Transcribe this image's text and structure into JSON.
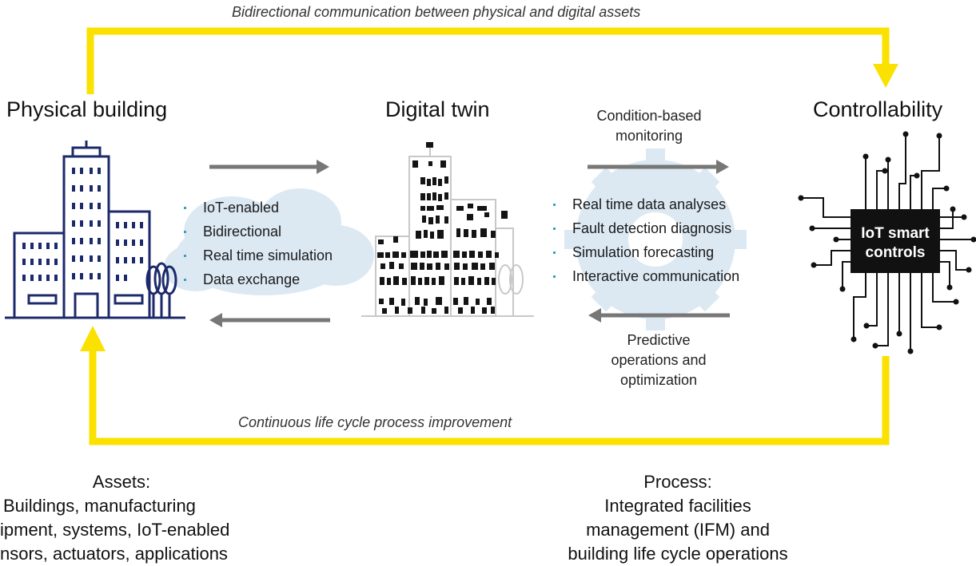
{
  "top_caption": "Bidirectional communication between physical and digital assets",
  "bottom_caption": "Continuous life cycle process improvement",
  "physical": {
    "title": "Physical building",
    "assets_title": "Assets:",
    "assets_lines": [
      "Buildings, manufacturing",
      "ipment, systems, IoT-enabled",
      "nsors, actuators, applications"
    ]
  },
  "twin": {
    "title": "Digital twin",
    "bullets": [
      "IoT-enabled",
      "Bidirectional",
      "Real time simulation",
      "Data exchange"
    ]
  },
  "controllability": {
    "title": "Controllability",
    "chip_label_1": "IoT smart",
    "chip_label_2": "controls",
    "monitoring_1": "Condition-based",
    "monitoring_2": "monitoring",
    "bullets": [
      "Real time data analyses",
      "Fault detection diagnosis",
      "Simulation forecasting",
      "Interactive communication"
    ],
    "predictive_1": "Predictive",
    "predictive_2": "operations and",
    "predictive_3": "optimization",
    "process_title": "Process:",
    "process_lines": [
      "Integrated facilities",
      "management (IFM) and",
      "building life cycle operations"
    ]
  },
  "colors": {
    "loop": "#fbe100",
    "building": "#1c2a6b",
    "arrow": "#777777",
    "cloud": "#dce9f3",
    "chip": "#111111"
  }
}
